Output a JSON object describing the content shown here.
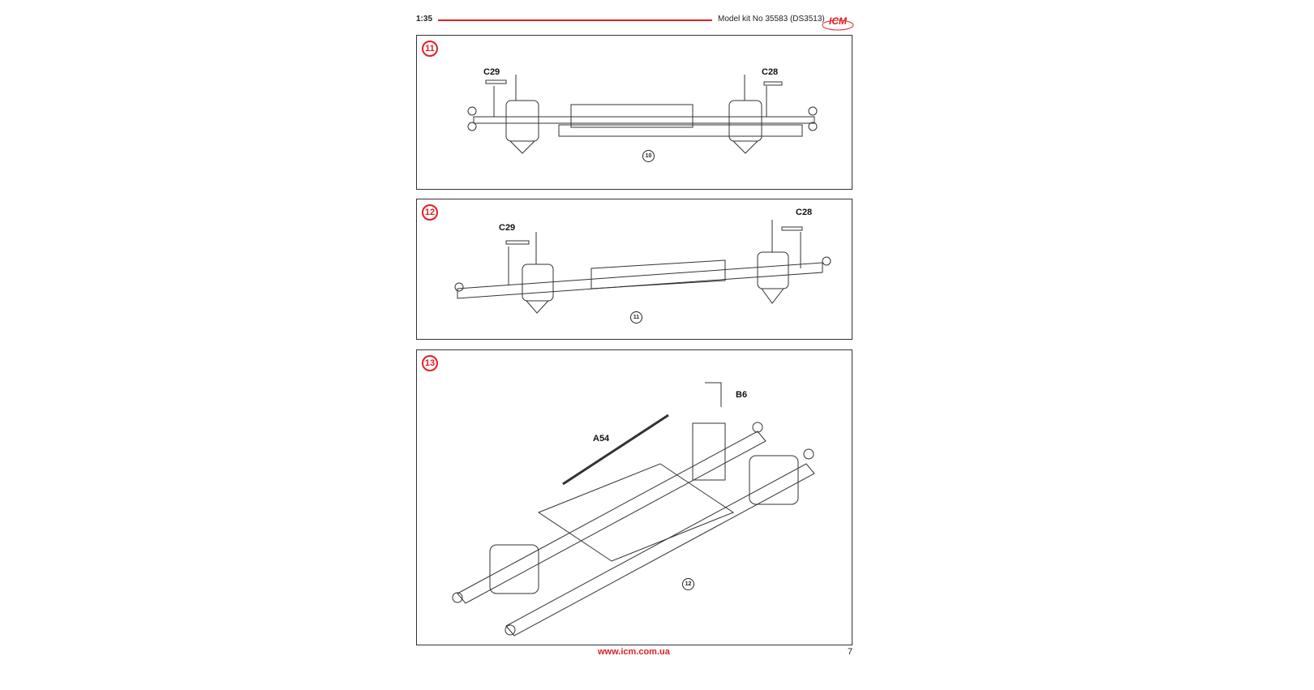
{
  "header": {
    "scale": "1:35",
    "model": "Model kit No 35583 (DS3513)",
    "logo_text": "ICM",
    "accent_color": "#e31e24"
  },
  "steps": [
    {
      "number": "11",
      "parts": [
        "C29",
        "C28"
      ],
      "ref_step": "10"
    },
    {
      "number": "12",
      "parts": [
        "C29",
        "C28"
      ],
      "ref_step": "11"
    },
    {
      "number": "13",
      "parts": [
        "B6",
        "A54"
      ],
      "ref_step": "12"
    }
  ],
  "footer": {
    "url": "www.icm.com.ua",
    "page": "7"
  }
}
